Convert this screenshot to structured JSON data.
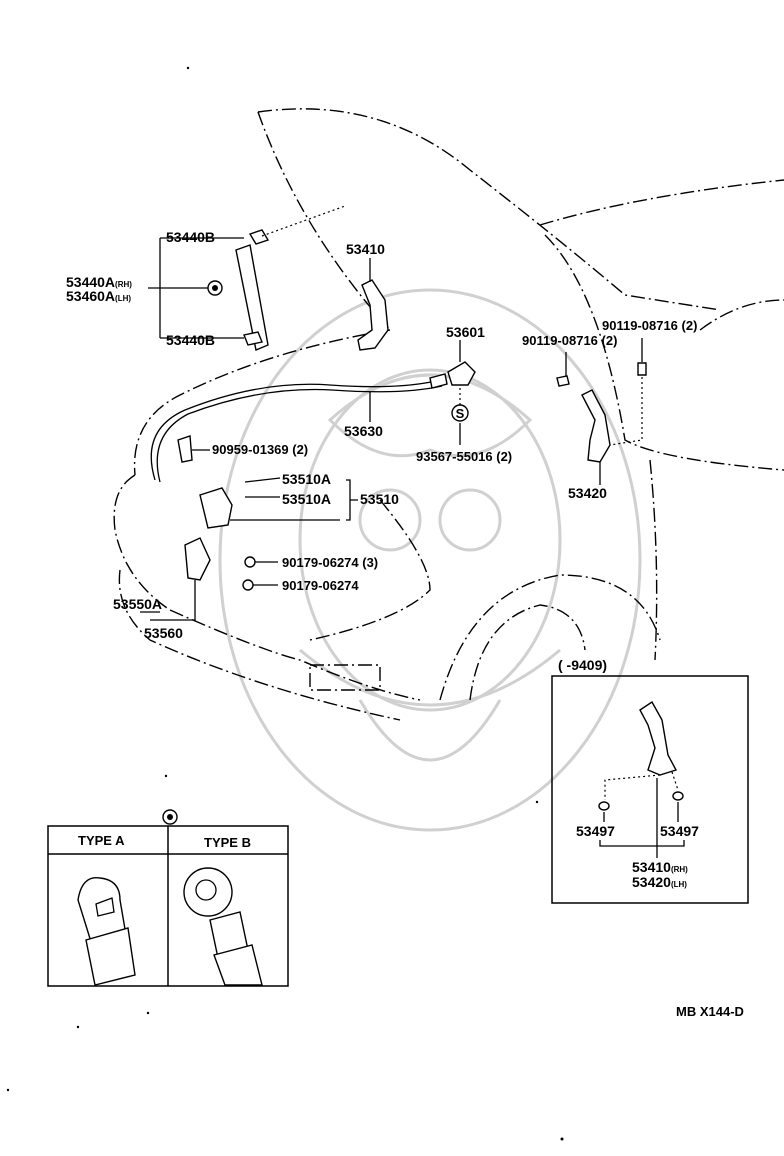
{
  "callouts": {
    "stay_end_upper": "53440B",
    "stay_rh": "53440A",
    "stay_rh_suffix": "(RH)",
    "stay_lh": "53460A",
    "stay_lh_suffix": "(LH)",
    "stay_end_lower": "53440B",
    "hinge_rh": "53410",
    "cable": "53630",
    "clip": "90959-01369 (2)",
    "latch_upper": "53510A",
    "latch_lower": "53510A",
    "latch_assy": "53510",
    "bolt_3": "90179-06274 (3)",
    "bolt_1": "90179-06274",
    "support_a": "53550A",
    "support": "53560",
    "handle": "53601",
    "screw_s": "93567-55016 (2)",
    "bolt_hinge_a": "90119-08716 (2)",
    "bolt_hinge_b": "90119-08716 (2)",
    "hinge_lh": "53420",
    "s_mark": "S"
  },
  "inset": {
    "period": "(      -9409)",
    "washer_left": "53497",
    "washer_right": "53497",
    "hinge_rh": "53410",
    "hinge_rh_suffix": "(RH)",
    "hinge_lh": "53420",
    "hinge_lh_suffix": "(LH)"
  },
  "type_table": {
    "col_a": "TYPE A",
    "col_b": "TYPE B"
  },
  "diagram_code": "MB X144-D"
}
